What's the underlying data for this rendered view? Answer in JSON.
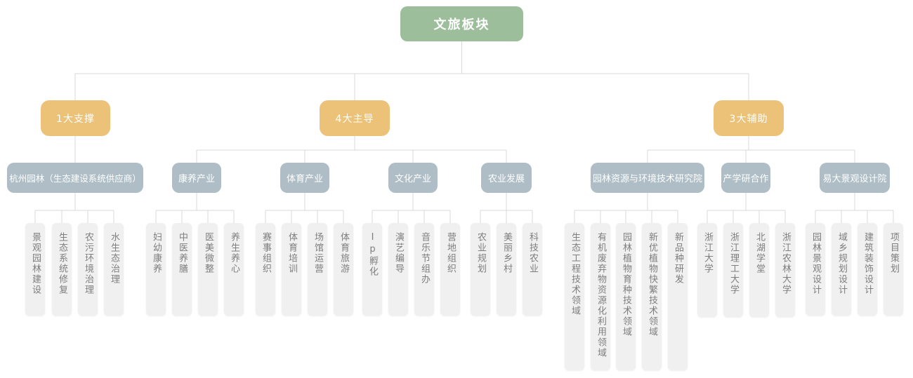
{
  "root": {
    "label": "文旅板块"
  },
  "branches": [
    {
      "label": "1大支撑",
      "groups": [
        {
          "label": "杭州园林（生态建设系统供应商）",
          "items": [
            "景观园林建设",
            "生态系统修复",
            "农污环境治理",
            "水生态治理"
          ]
        }
      ]
    },
    {
      "label": "4大主导",
      "groups": [
        {
          "label": "康养产业",
          "items": [
            "妇幼康养",
            "中医养膳",
            "医美微整",
            "养生养心"
          ]
        },
        {
          "label": "体育产业",
          "items": [
            "赛事组织",
            "体育培训",
            "场馆运营",
            "体育旅游"
          ]
        },
        {
          "label": "文化产业",
          "items": [
            "Ip孵化",
            "演艺编导",
            "音乐节组办",
            "营地组织"
          ]
        },
        {
          "label": "农业发展",
          "items": [
            "农业规划",
            "美丽乡村",
            "科技农业"
          ]
        }
      ]
    },
    {
      "label": "3大辅助",
      "groups": [
        {
          "label": "园林资源与环境技术研究院",
          "items": [
            "生态工程技术领域",
            "有机废弃物资源化利用领域",
            "园林植物育种技术领域",
            "新优植物快繁技术领域",
            "新品种研发"
          ]
        },
        {
          "label": "产学研合作",
          "items": [
            "浙江大学",
            "浙江理工大学",
            "北湖学堂",
            "浙江农林大学"
          ]
        },
        {
          "label": "易大景观设计院",
          "items": [
            "园林景观设计",
            "域乡规划设计",
            "建筑装饰设计",
            "项目策划"
          ]
        }
      ]
    }
  ],
  "colors": {
    "root_bg": "#9CBE9B",
    "branch_bg": "#ECC278",
    "group_bg": "#AEBDC6",
    "leaf_bg": "#F0F0F0",
    "leaf_text": "#7E7E7E",
    "line": "#D9D9D9"
  }
}
